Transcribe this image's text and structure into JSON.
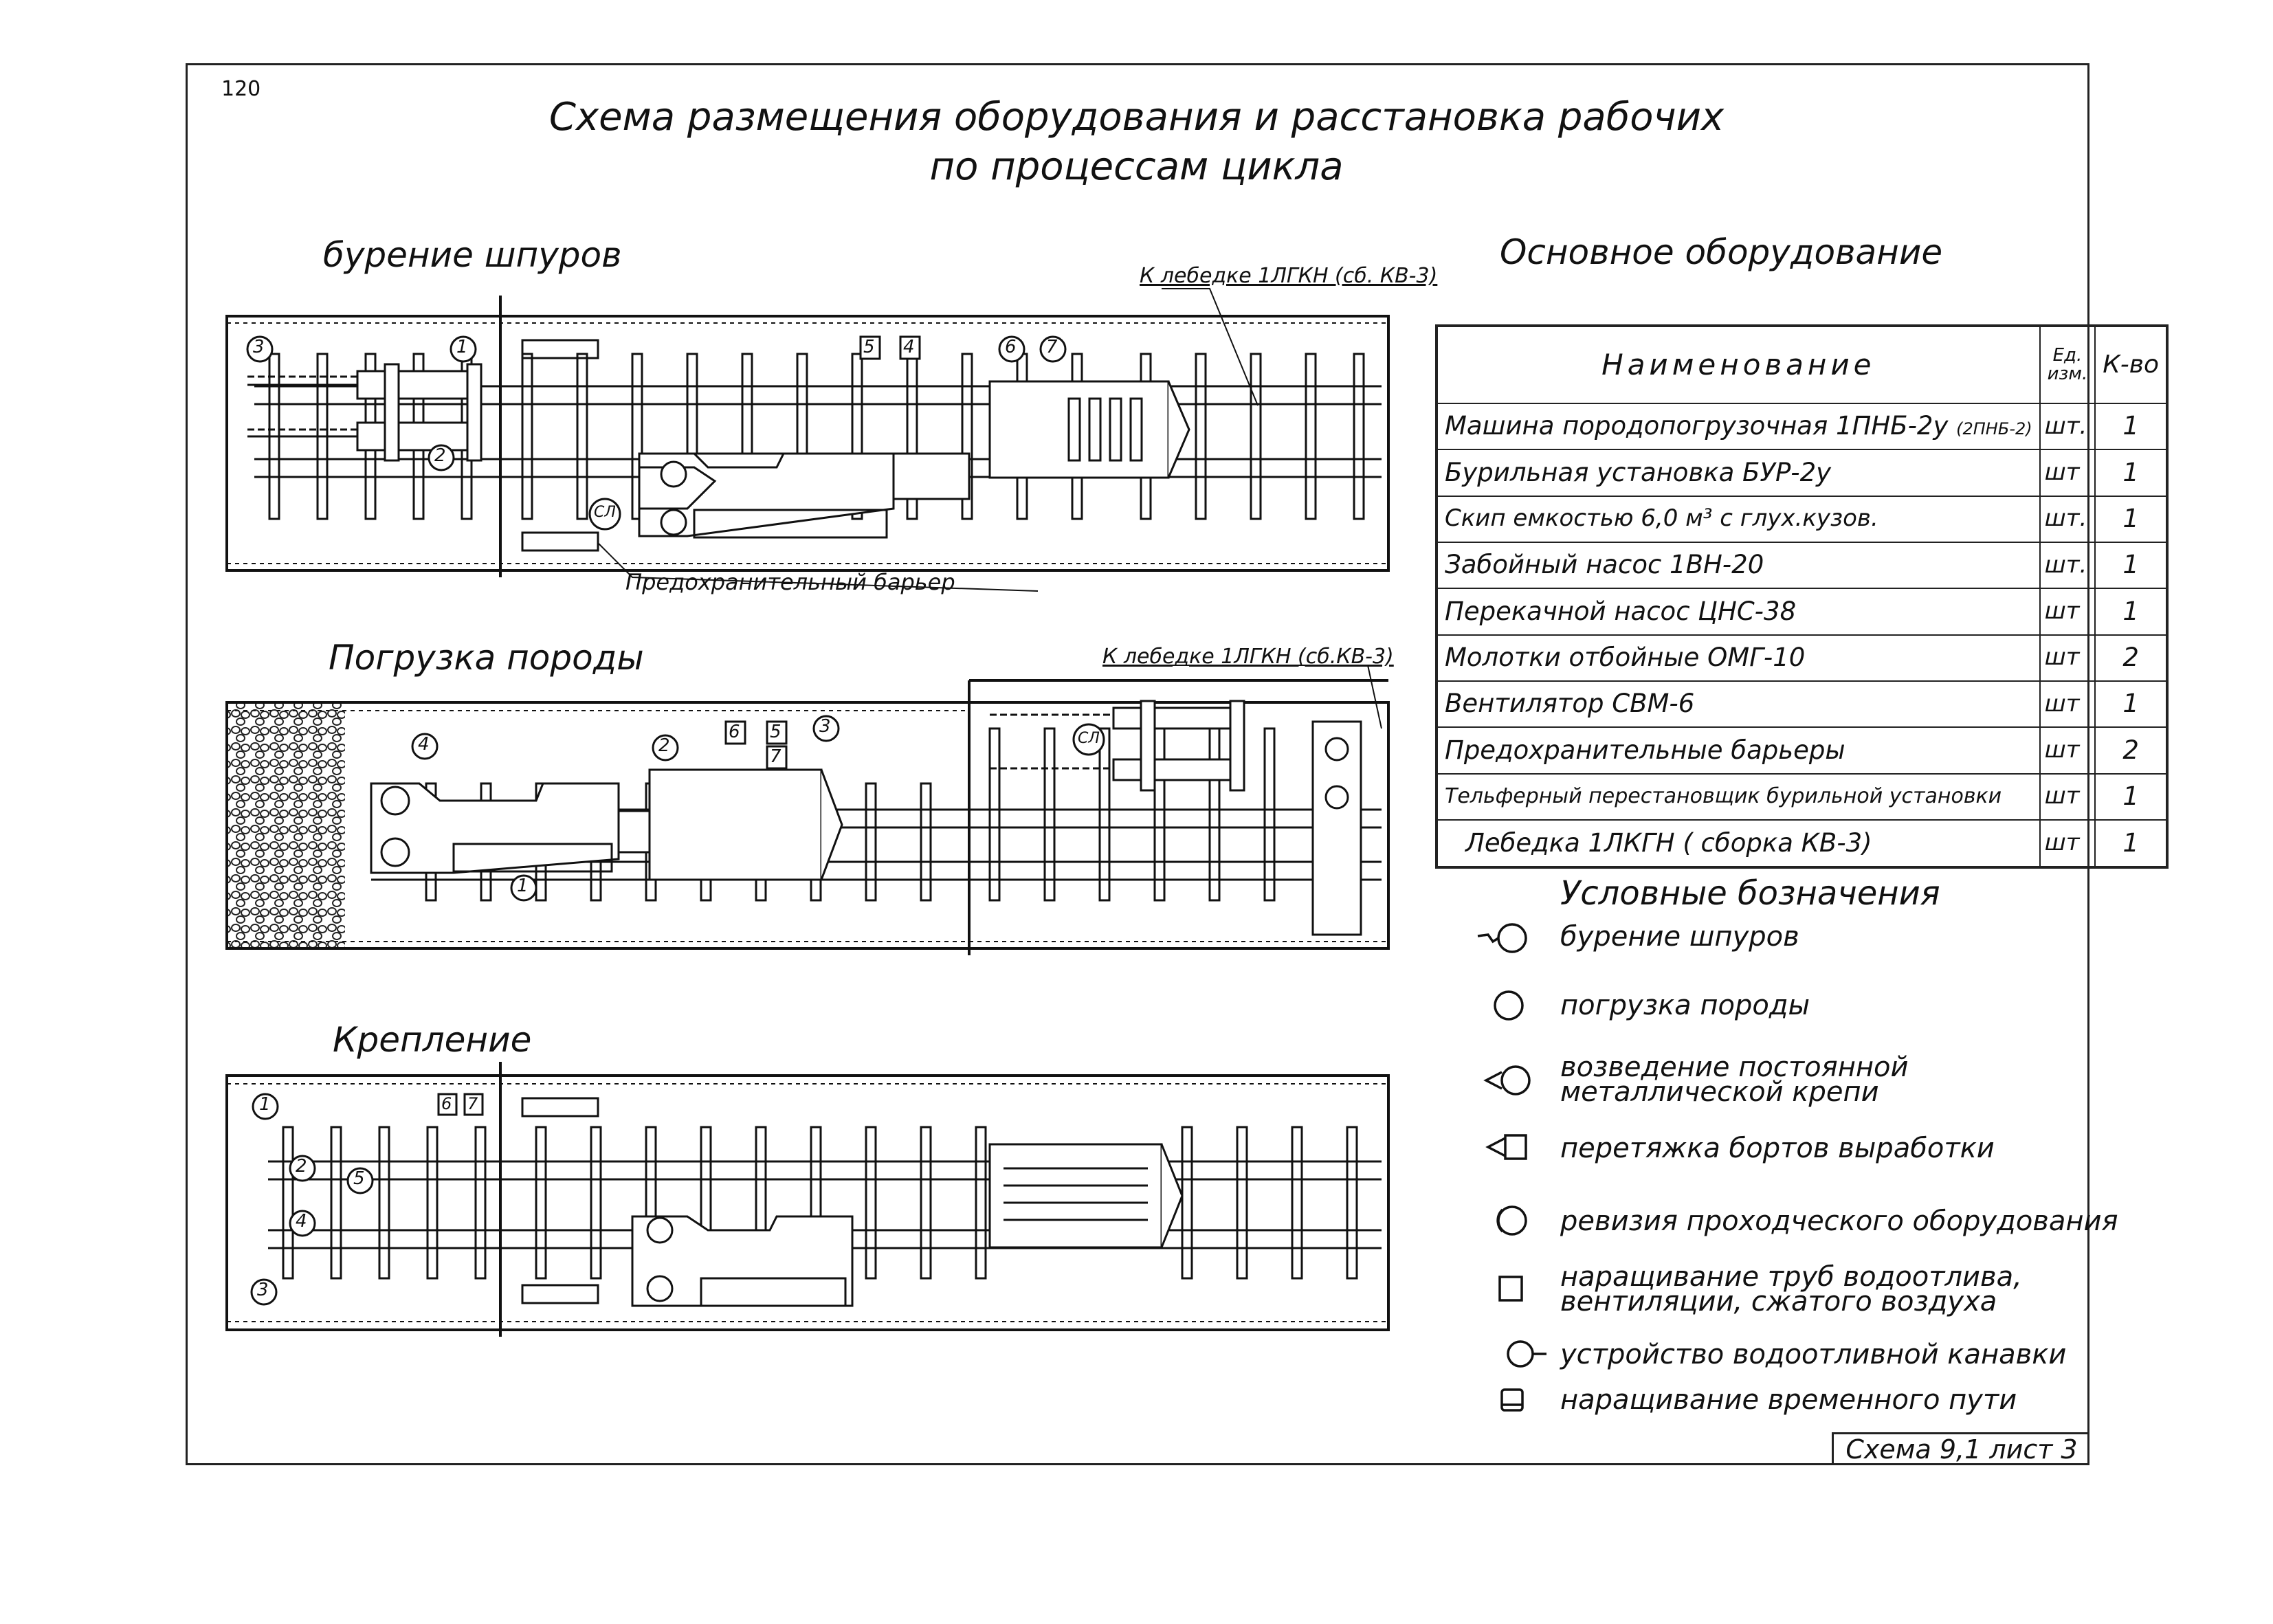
{
  "page_number": "120",
  "title_line1": "Схема размещения оборудования и расстановка рабочих",
  "title_line2": "по процессам цикла",
  "sections": {
    "drilling": {
      "title": "бурение шпуров",
      "callout": "К лебедке 1ЛГКН (сб. КВ-3)",
      "barrier_label": "Предохранительный барьер",
      "markers": [
        "3",
        "1",
        "2",
        "5",
        "4",
        "6",
        "7",
        "СЛ"
      ]
    },
    "loading": {
      "title": "Погрузка породы",
      "callout": "К лебедке 1ЛГКН (сб.КВ-3)",
      "markers": [
        "4",
        "2",
        "6",
        "5",
        "3",
        "7",
        "1",
        "СЛ"
      ]
    },
    "support": {
      "title": "Крепление",
      "markers": [
        "1",
        "2",
        "5",
        "4",
        "3",
        "6",
        "7"
      ]
    }
  },
  "equipment": {
    "heading": "Основное оборудование",
    "col_name": "Наименование",
    "col_unit": "Ед. изм.",
    "col_qty": "К-во",
    "rows": [
      {
        "name": "Машина породопогрузочная 1ПНБ-2у",
        "sub": "(2ПНБ-2)",
        "unit": "шт.",
        "qty": "1"
      },
      {
        "name": "Бурильная установка БУР-2у",
        "unit": "шт",
        "qty": "1"
      },
      {
        "name": "Скип емкостью 6,0 м³ с глух.кузов.",
        "unit": "шт.",
        "qty": "1"
      },
      {
        "name": "Забойный насос 1ВН-20",
        "unit": "шт.",
        "qty": "1"
      },
      {
        "name": "Перекачной насос ЦНС-38",
        "unit": "шт",
        "qty": "1"
      },
      {
        "name": "Молотки отбойные ОМГ-10",
        "unit": "шт",
        "qty": "2"
      },
      {
        "name": "Вентилятор СВМ-6",
        "unit": "шт",
        "qty": "1"
      },
      {
        "name": "Предохранительные барьеры",
        "unit": "шт",
        "qty": "2"
      },
      {
        "name": "Тельферный перестановщик бурильной установки",
        "unit": "шт",
        "qty": "1"
      },
      {
        "name": "Лебедка 1ЛКГН ( сборка КВ-3)",
        "unit": "шт",
        "qty": "1"
      }
    ]
  },
  "legend": {
    "heading": "Условные бозначения",
    "items": [
      {
        "icon": "drill-circle-icon",
        "text": "бурение шпуров"
      },
      {
        "icon": "circle-icon",
        "text": "погрузка породы"
      },
      {
        "icon": "triangle-circle-icon",
        "text": "возведение постоянной металлической крепи"
      },
      {
        "icon": "triangle-square-icon",
        "text": "перетяжка бортов выработки"
      },
      {
        "icon": "double-circle-icon",
        "text": "ревизия проходческого оборудования"
      },
      {
        "icon": "square-icon",
        "text": "наращивание труб водоотлива, вентиляции, сжатого воздуха"
      },
      {
        "icon": "circle-tail-icon",
        "text": "устройство водоотливной канавки"
      },
      {
        "icon": "rounded-square-icon",
        "text": "наращивание временного пути"
      }
    ]
  },
  "stamp": "Схема 9,1 лист 3",
  "colors": {
    "ink": "#111111",
    "background": "#ffffff"
  }
}
